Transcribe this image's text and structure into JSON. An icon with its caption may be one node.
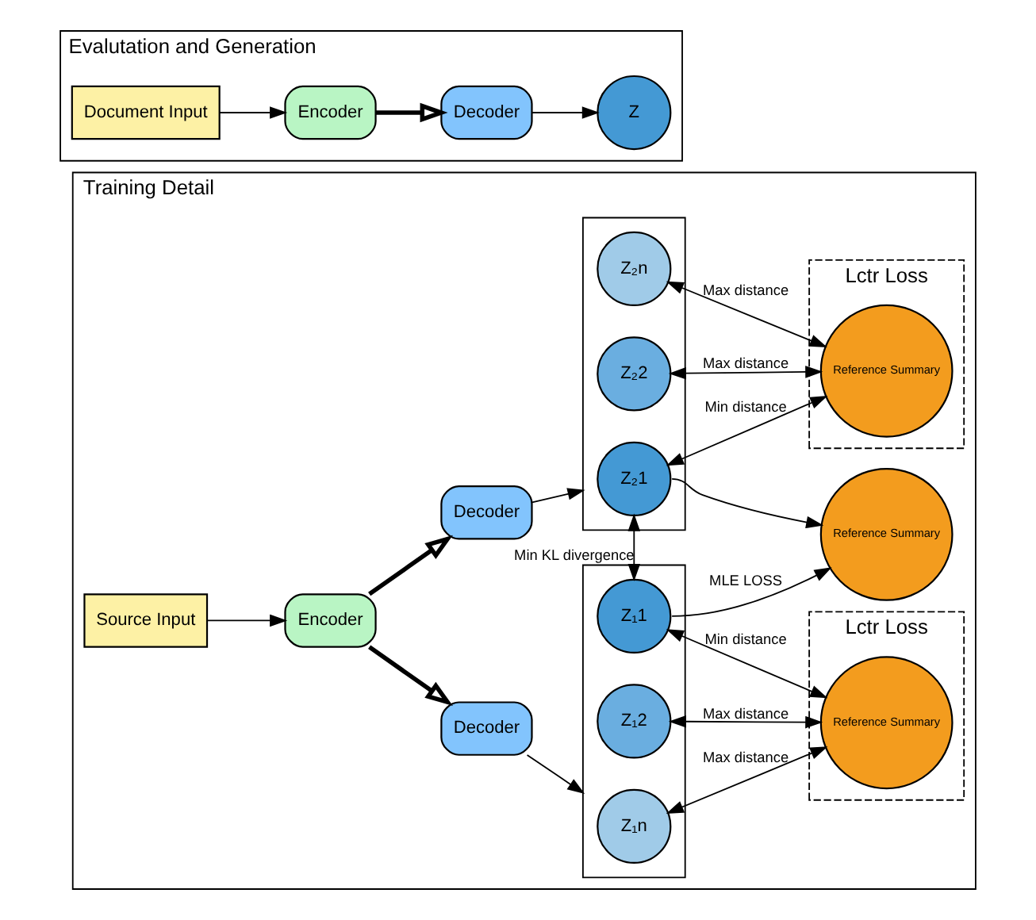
{
  "diagram": {
    "nodes": [
      {
        "text": [
          "Training Detail"
        ]
      },
      {
        "text": [
          "Encoder"
        ],
        "in": 0
      },
      {
        "text": [
          "Source Input"
        ],
        "in": 0
      },
      {
        "text": [
          "Decoder"
        ],
        "in": 0
      },
      {
        "text": [
          "Decoder"
        ],
        "in": 0
      },
      {
        "text": [],
        "shape": "box",
        "in": 0
      },
      {
        "text": [
          "Z₁n"
        ],
        "in": 5
      },
      {
        "text": [
          "Z₁2"
        ],
        "in": 5
      },
      {
        "text": [
          "Z₁1"
        ],
        "in": 5
      },
      {
        "text": [
          "Lctr Loss"
        ],
        "in": 0
      },
      {
        "text": [
          "Reference Summary"
        ],
        "in": 9
      },
      {
        "text": [
          "Reference Summary"
        ],
        "in": 0
      },
      {
        "text": [],
        "shape": "box",
        "in": 0
      },
      {
        "text": [
          "Z₂1"
        ],
        "in": 12
      },
      {
        "text": [
          "Z₂2"
        ],
        "in": 12
      },
      {
        "text": [
          "Z₂n"
        ],
        "in": 12
      },
      {
        "text": [
          "Lctr Loss"
        ],
        "in": 0
      },
      {
        "text": [
          "Reference Summary"
        ],
        "in": 16
      },
      {
        "text": [
          "Evalutation and Generation"
        ]
      },
      {
        "text": [
          "Document Input"
        ],
        "in": 18
      },
      {
        "text": [
          "Encoder"
        ],
        "in": 18
      },
      {
        "text": [
          "Decoder"
        ],
        "in": 18
      },
      {
        "text": [
          "Z"
        ],
        "in": 18
      }
    ],
    "edges": [
      {
        "from": 2,
        "to": 1,
        "arrow": "to"
      },
      {
        "from": 1,
        "to": 3,
        "arrow": "to",
        "style": "thick"
      },
      {
        "from": 1,
        "to": 4,
        "arrow": "to",
        "style": "thick"
      },
      {
        "from": 3,
        "to": 5,
        "arrow": "to"
      },
      {
        "from": 4,
        "to": 12,
        "arrow": "to"
      },
      {
        "from": 6,
        "to": 10,
        "arrow": "both",
        "label": "Max distance"
      },
      {
        "from": 7,
        "to": 10,
        "arrow": "both",
        "label": "Max distance"
      },
      {
        "from": 8,
        "to": 10,
        "arrow": "both",
        "label": "Min distance"
      },
      {
        "from": 8,
        "to": 13,
        "arrow": "both",
        "label": "Min KL divergence"
      },
      {
        "from": 8,
        "to": 11,
        "arrow": "to",
        "label": "MLE LOSS"
      },
      {
        "from": 13,
        "to": 11,
        "arrow": "to"
      },
      {
        "from": 13,
        "to": 17,
        "arrow": "both",
        "label": "Min distance"
      },
      {
        "from": 14,
        "to": 17,
        "arrow": "both",
        "label": "Max distance"
      },
      {
        "from": 15,
        "to": 17,
        "arrow": "both",
        "label": "Max distance"
      },
      {
        "from": 19,
        "to": 20,
        "arrow": "to"
      },
      {
        "from": 20,
        "to": 21,
        "arrow": "to",
        "style": "thick"
      },
      {
        "from": 21,
        "to": 22,
        "arrow": "to"
      }
    ]
  }
}
